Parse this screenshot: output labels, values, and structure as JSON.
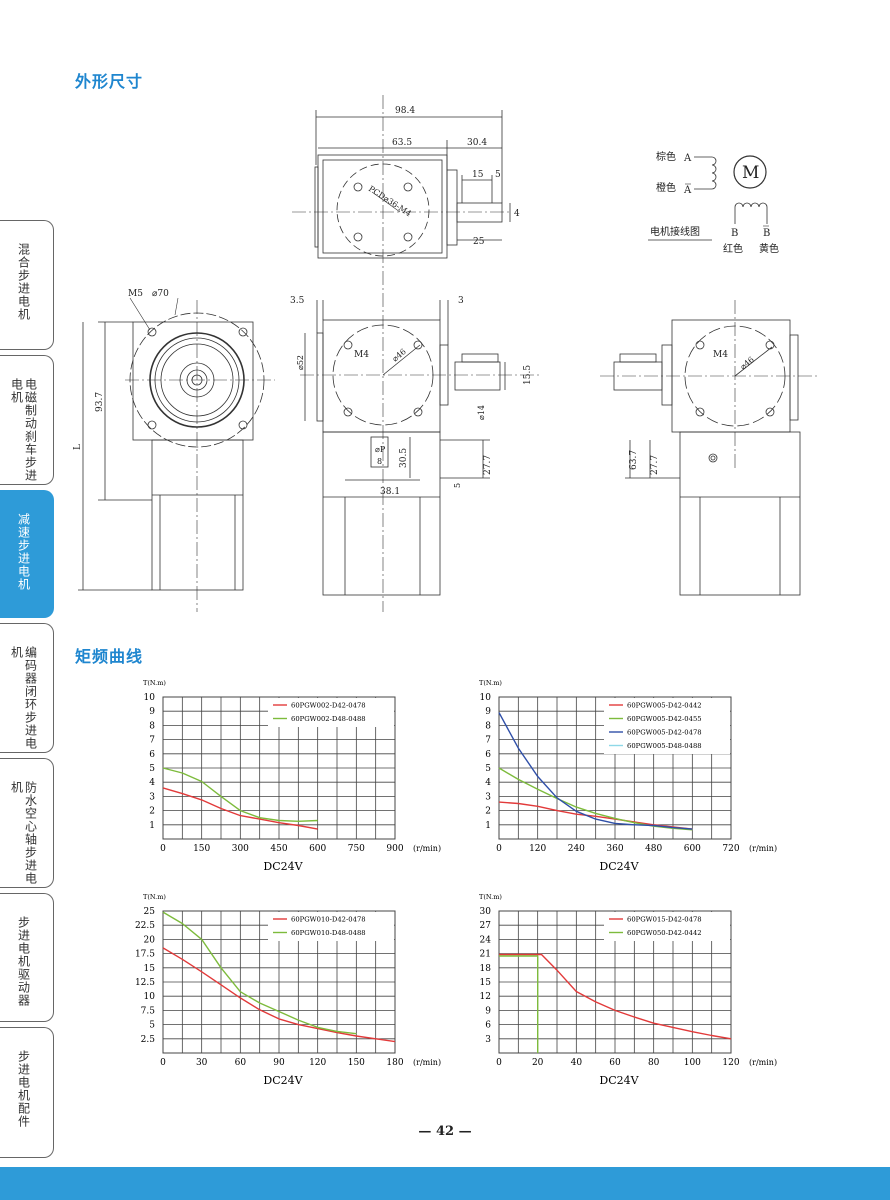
{
  "sections": {
    "dimensions": "外形尺寸",
    "torque_curves": "矩频曲线"
  },
  "side_tabs": [
    {
      "label": "混合步进电机",
      "active": false
    },
    {
      "label": "电磁制动刹车步进电机",
      "active": false
    },
    {
      "label": "减速步进电机",
      "active": true
    },
    {
      "label": "编码器闭环步进电机",
      "active": false
    },
    {
      "label": "防水空心轴步进电机",
      "active": false
    },
    {
      "label": "步进电机驱动器",
      "active": false
    },
    {
      "label": "步进电机配件",
      "active": false
    }
  ],
  "drawing": {
    "top": {
      "d98": "98.4",
      "d63": "63.5",
      "d30": "30.4",
      "d15": "15",
      "d5": "5",
      "d4": "4",
      "d25": "25",
      "pcd": "PCD⌀36-M4"
    },
    "left": {
      "m5": "M5",
      "d70": "⌀70",
      "d93": "93.7",
      "L": "L"
    },
    "mid": {
      "d35": "3.5",
      "d3": "3",
      "d52": "⌀52",
      "m4": "M4",
      "d46": "⌀46",
      "d155": "15.5",
      "d14": "⌀14",
      "p": "⌀P",
      "d8": "8",
      "d305": "30.5",
      "d277": "27.7",
      "d5": "5",
      "d381": "38.1"
    },
    "right": {
      "m4": "M4",
      "d46": "⌀46",
      "d637": "63.7",
      "d277": "27.7"
    },
    "wiring": {
      "brown": "棕色",
      "A": "A",
      "orange": "橙色",
      "Abar": "A",
      "M": "M",
      "title": "电机接线图",
      "B": "B",
      "Bbar": "B",
      "red": "红色",
      "yellow": "黄色"
    }
  },
  "chart_data": [
    {
      "type": "line",
      "ylabel": "T(N.m)",
      "xlabel": "(r/min)",
      "caption": "DC24V",
      "xlim": [
        0,
        900
      ],
      "ylim": [
        0,
        10
      ],
      "xticks": [
        "0",
        "150",
        "300",
        "450",
        "600",
        "750",
        "900"
      ],
      "yticks": [
        "1",
        "2",
        "3",
        "4",
        "5",
        "6",
        "7",
        "8",
        "9",
        "10"
      ],
      "xgrid": 12,
      "series": [
        {
          "name": "60PGW002-D42-0478",
          "color": "#e23a3a",
          "points": [
            [
              0,
              3.6
            ],
            [
              75,
              3.2
            ],
            [
              150,
              2.75
            ],
            [
              225,
              2.15
            ],
            [
              300,
              1.65
            ],
            [
              375,
              1.4
            ],
            [
              450,
              1.15
            ],
            [
              525,
              0.95
            ],
            [
              600,
              0.7
            ]
          ]
        },
        {
          "name": "60PGW002-D48-0488",
          "color": "#7dbb3c",
          "points": [
            [
              0,
              5
            ],
            [
              75,
              4.65
            ],
            [
              150,
              4.05
            ],
            [
              225,
              3.0
            ],
            [
              300,
              2.0
            ],
            [
              375,
              1.5
            ],
            [
              450,
              1.3
            ],
            [
              525,
              1.25
            ],
            [
              600,
              1.3
            ]
          ]
        }
      ]
    },
    {
      "type": "line",
      "ylabel": "T(N.m)",
      "xlabel": "(r/min)",
      "caption": "DC24V",
      "xlim": [
        0,
        720
      ],
      "ylim": [
        0,
        10
      ],
      "xticks": [
        "0",
        "120",
        "240",
        "360",
        "480",
        "600",
        "720"
      ],
      "yticks": [
        "1",
        "2",
        "3",
        "4",
        "5",
        "6",
        "7",
        "8",
        "9",
        "10"
      ],
      "xgrid": 12,
      "series": [
        {
          "name": "60PGW005-D42-0442",
          "color": "#e23a3a",
          "points": [
            [
              0,
              2.6
            ],
            [
              60,
              2.5
            ],
            [
              120,
              2.3
            ],
            [
              180,
              2.0
            ],
            [
              240,
              1.75
            ],
            [
              300,
              1.6
            ],
            [
              360,
              1.4
            ],
            [
              420,
              1.2
            ],
            [
              480,
              1.0
            ],
            [
              540,
              0.85
            ],
            [
              600,
              0.7
            ]
          ]
        },
        {
          "name": "60PGW005-D42-0455",
          "color": "#7dbb3c",
          "points": [
            [
              0,
              5
            ],
            [
              60,
              4.2
            ],
            [
              120,
              3.5
            ],
            [
              180,
              2.85
            ],
            [
              240,
              2.25
            ],
            [
              300,
              1.8
            ],
            [
              360,
              1.45
            ],
            [
              420,
              1.15
            ],
            [
              480,
              0.9
            ],
            [
              540,
              0.75
            ],
            [
              600,
              0.65
            ]
          ]
        },
        {
          "name": "60PGW005-D42-0478",
          "color": "#2f4fa8",
          "points": [
            [
              0,
              8.9
            ],
            [
              60,
              6.4
            ],
            [
              120,
              4.4
            ],
            [
              180,
              2.9
            ],
            [
              240,
              1.95
            ],
            [
              300,
              1.4
            ],
            [
              360,
              1.1
            ],
            [
              420,
              1.0
            ],
            [
              480,
              0.95
            ],
            [
              540,
              0.8
            ],
            [
              600,
              0.7
            ]
          ]
        },
        {
          "name": "60PGW005-D48-0488",
          "color": "#8fd8e8",
          "points": []
        }
      ]
    },
    {
      "type": "line",
      "ylabel": "T(N.m)",
      "xlabel": "(r/min)",
      "caption": "DC24V",
      "xlim": [
        0,
        180
      ],
      "ylim": [
        0,
        25
      ],
      "xticks": [
        "0",
        "30",
        "60",
        "90",
        "120",
        "150",
        "180"
      ],
      "yticks": [
        "2.5",
        "5",
        "7.5",
        "10",
        "12.5",
        "15",
        "17.5",
        "20",
        "22.5",
        "25"
      ],
      "xgrid": 12,
      "series": [
        {
          "name": "60PGW010-D42-0478",
          "color": "#e23a3a",
          "points": [
            [
              0,
              18.5
            ],
            [
              15,
              16.5
            ],
            [
              30,
              14.3
            ],
            [
              45,
              12
            ],
            [
              60,
              9.7
            ],
            [
              75,
              7.6
            ],
            [
              90,
              6
            ],
            [
              105,
              5
            ],
            [
              120,
              4.3
            ],
            [
              135,
              3.6
            ],
            [
              150,
              3
            ],
            [
              165,
              2.5
            ],
            [
              180,
              2
            ]
          ]
        },
        {
          "name": "60PGW010-D48-0488",
          "color": "#7dbb3c",
          "points": [
            [
              0,
              24.8
            ],
            [
              15,
              22.8
            ],
            [
              30,
              20
            ],
            [
              45,
              15
            ],
            [
              60,
              10.8
            ],
            [
              75,
              8.8
            ],
            [
              90,
              7.3
            ],
            [
              105,
              5.8
            ],
            [
              120,
              4.5
            ],
            [
              135,
              3.8
            ],
            [
              150,
              3.4
            ]
          ]
        }
      ]
    },
    {
      "type": "line",
      "ylabel": "T(N.m)",
      "xlabel": "(r/min)",
      "caption": "DC24V",
      "xlim": [
        0,
        120
      ],
      "ylim": [
        0,
        30
      ],
      "xticks": [
        "0",
        "20",
        "40",
        "60",
        "80",
        "100",
        "120"
      ],
      "yticks": [
        "3",
        "6",
        "9",
        "12",
        "15",
        "18",
        "21",
        "24",
        "27",
        "30"
      ],
      "xgrid": 12,
      "series": [
        {
          "name": "60PGW015-D42-0478",
          "color": "#e23a3a",
          "points": [
            [
              0,
              20.8
            ],
            [
              22,
              20.8
            ],
            [
              30,
              17.5
            ],
            [
              40,
              13
            ],
            [
              50,
              10.8
            ],
            [
              60,
              9
            ],
            [
              70,
              7.6
            ],
            [
              80,
              6.3
            ],
            [
              90,
              5.4
            ],
            [
              100,
              4.5
            ],
            [
              110,
              3.7
            ],
            [
              120,
              3
            ]
          ]
        },
        {
          "name": "60PGW050-D42-0442",
          "color": "#7dbb3c",
          "points": [
            [
              0,
              20.5
            ],
            [
              20,
              20.5
            ],
            [
              20,
              0
            ]
          ]
        }
      ]
    }
  ],
  "footer": {
    "page_number": "— 42 —"
  },
  "colors": {
    "brand_blue": "#2e9bd8",
    "title_blue": "#1f86cf"
  }
}
